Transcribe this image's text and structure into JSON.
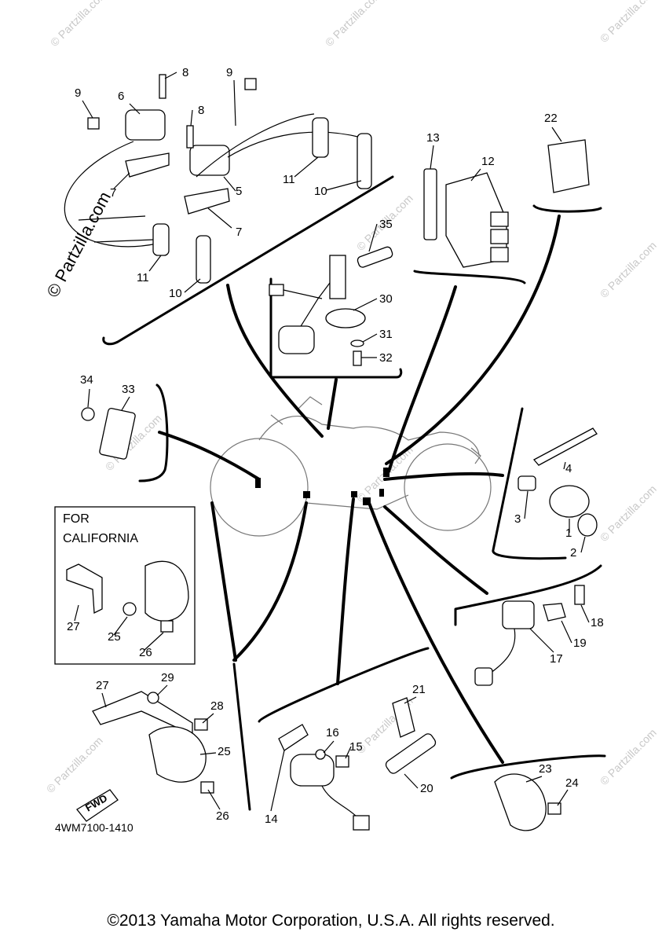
{
  "diagram_code": "4WM7100-1410",
  "california_box": {
    "line1": "FOR",
    "line2": "CALIFORNIA"
  },
  "fwd_label": "FWD",
  "watermark": "© Partzilla.com",
  "footer": "©2013 Yamaha Motor Corporation, U.S.A. All rights reserved.",
  "callouts": {
    "c1": "1",
    "c2": "2",
    "c3": "3",
    "c4": "4",
    "c5": "5",
    "c6": "6",
    "c7a": "7",
    "c7b": "7",
    "c8a": "8",
    "c8b": "8",
    "c9a": "9",
    "c9b": "9",
    "c10a": "10",
    "c10b": "10",
    "c11a": "11",
    "c11b": "11",
    "c12": "12",
    "c13": "13",
    "c14": "14",
    "c15": "15",
    "c16": "16",
    "c17": "17",
    "c18": "18",
    "c19": "19",
    "c20": "20",
    "c21": "21",
    "c22": "22",
    "c23": "23",
    "c24": "24",
    "c25a": "25",
    "c25b": "25",
    "c26a": "26",
    "c26b": "26",
    "c27a": "27",
    "c27b": "27",
    "c28": "28",
    "c29": "29",
    "c30": "30",
    "c31": "31",
    "c32": "32",
    "c33": "33",
    "c34": "34",
    "c35": "35"
  }
}
